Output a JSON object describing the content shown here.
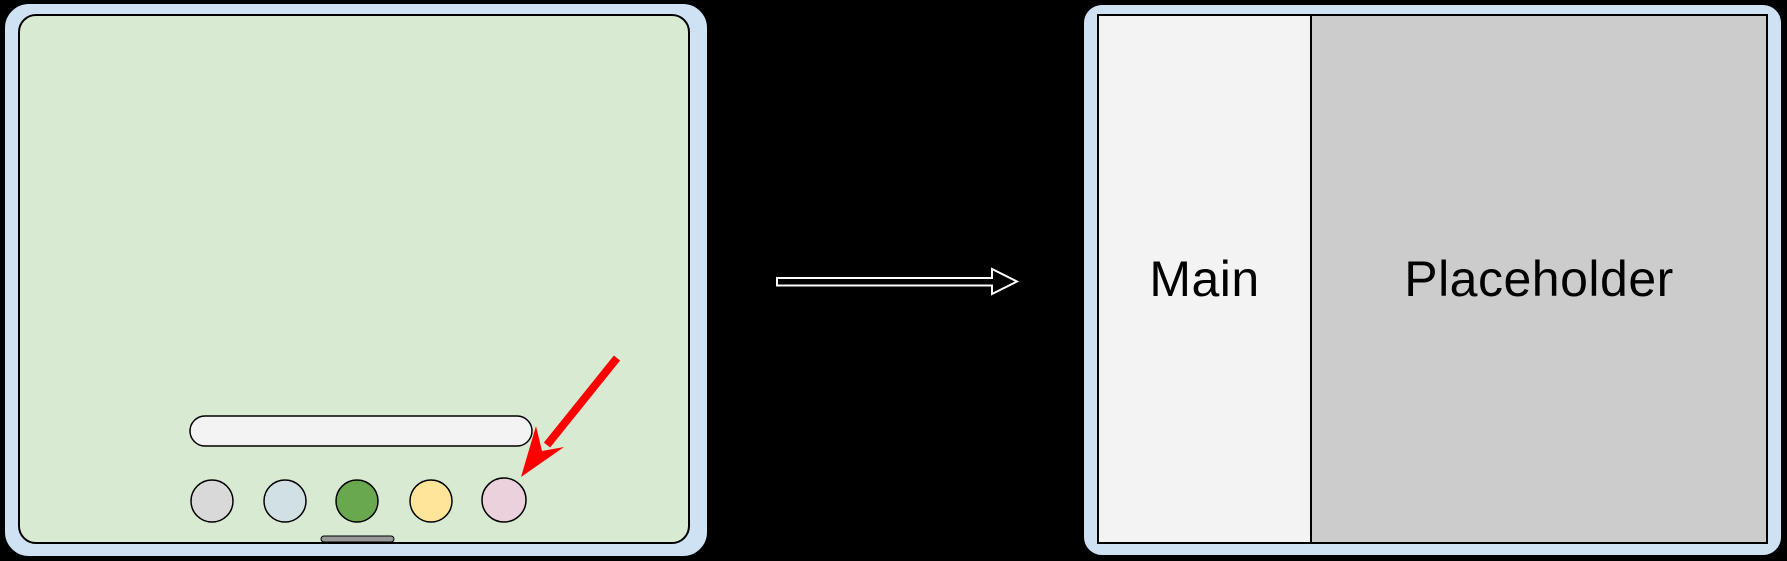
{
  "diagram": {
    "background_color": "#000000",
    "device_frame_color": "#cfe2f3",
    "left_device": {
      "description": "tablet-homescreen-before",
      "screen_color": "#d9ead3",
      "search_pill_color": "#f3f3f3",
      "dock_icons": [
        {
          "id": "gray-app",
          "color": "#d9d9d9",
          "pointed_at": false
        },
        {
          "id": "blue-app",
          "color": "#d0e0e3",
          "pointed_at": false
        },
        {
          "id": "green-app",
          "color": "#6aa84f",
          "pointed_at": false
        },
        {
          "id": "yellow-app",
          "color": "#ffe599",
          "pointed_at": false
        },
        {
          "id": "pink-app",
          "color": "#ead1dc",
          "pointed_at": true
        }
      ],
      "home_indicator_color": "#999999",
      "pointer_arrow_color": "#ff0000"
    },
    "transition_arrow": {
      "fill": "#000000",
      "outline": "#ffffff"
    },
    "right_device": {
      "description": "tablet-splitscreen-after",
      "panes": [
        {
          "label": "Main",
          "color": "#f3f3f3"
        },
        {
          "label": "Placeholder",
          "color": "#cccccc"
        }
      ]
    }
  }
}
